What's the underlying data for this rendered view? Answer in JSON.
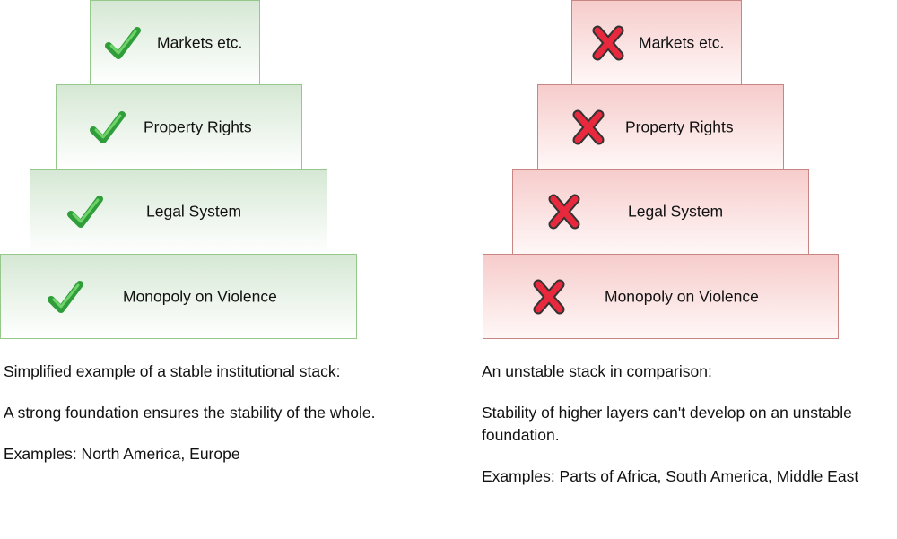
{
  "left_stack": {
    "layers": [
      {
        "label": "Markets etc.",
        "status": "check-icon"
      },
      {
        "label": "Property Rights",
        "status": "check-icon"
      },
      {
        "label": "Legal System",
        "status": "check-icon"
      },
      {
        "label": "Monopoly on Violence",
        "status": "check-icon"
      }
    ],
    "caption": [
      "Simplified example of a stable institutional stack:",
      "A strong foundation ensures the stability of the whole.",
      "Examples: North America, Europe"
    ],
    "color": "#d5e8d4"
  },
  "right_stack": {
    "layers": [
      {
        "label": "Markets etc.",
        "status": "cross-icon"
      },
      {
        "label": "Property Rights",
        "status": "cross-icon"
      },
      {
        "label": "Legal System",
        "status": "cross-icon"
      },
      {
        "label": "Monopoly on Violence",
        "status": "cross-icon"
      }
    ],
    "caption": [
      "An unstable stack in comparison:",
      "Stability of higher layers can't develop on an unstable foundation.",
      "Examples: Parts of Africa, South America, Middle East"
    ],
    "color": "#f8cecc"
  }
}
